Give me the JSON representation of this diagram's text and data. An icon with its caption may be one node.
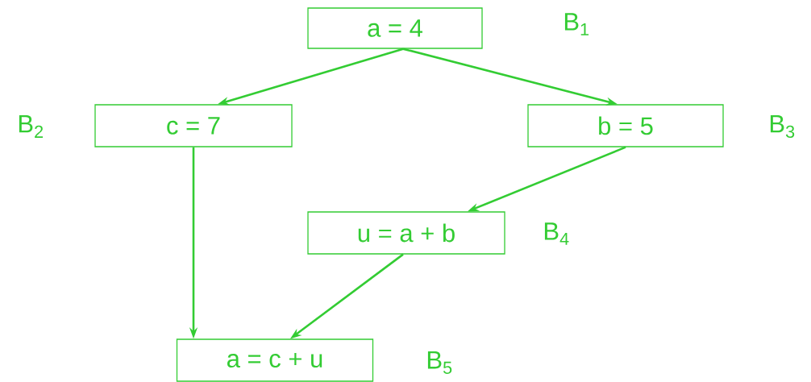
{
  "diagram": {
    "nodes": [
      {
        "text": [
          "a = 4"
        ],
        "beside": [
          "B$_{1}$"
        ]
      },
      {
        "text": [
          "c = 7"
        ],
        "beside": [
          "B$_{2}$"
        ]
      },
      {
        "text": [
          "b = 5"
        ],
        "beside": [
          "B$_{3}$"
        ]
      },
      {
        "text": [
          "u = a + b"
        ],
        "beside": [
          "B$_{4}$"
        ]
      },
      {
        "text": [
          "a = c + u"
        ],
        "beside": [
          "B$_{5}$"
        ]
      }
    ],
    "edges": [
      {
        "from": 0,
        "to": 1,
        "arrow": "to"
      },
      {
        "from": 0,
        "to": 2,
        "arrow": "to"
      },
      {
        "from": 2,
        "to": 3,
        "arrow": "to"
      },
      {
        "from": 1,
        "to": 4,
        "arrow": "to"
      },
      {
        "from": 3,
        "to": 4,
        "arrow": "to"
      }
    ]
  }
}
